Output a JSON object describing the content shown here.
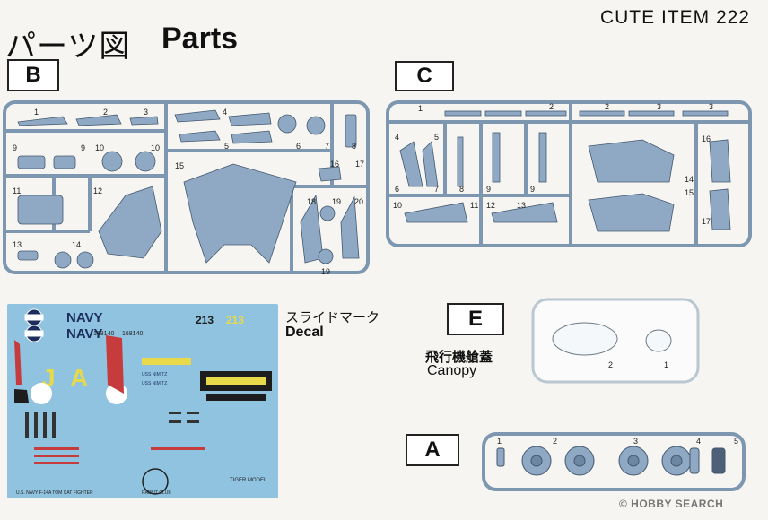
{
  "header": {
    "title_jp": "パーツ図",
    "title_en": "Parts",
    "item_number": "CUTE ITEM  222"
  },
  "sprues": {
    "B": {
      "letter": "B",
      "part_numbers": [
        "1",
        "2",
        "3",
        "4",
        "5",
        "6",
        "7",
        "8",
        "9",
        "9",
        "10",
        "10",
        "11",
        "12",
        "13",
        "14",
        "15",
        "16",
        "17",
        "18",
        "19",
        "19",
        "20"
      ]
    },
    "C": {
      "letter": "C",
      "part_numbers": [
        "1",
        "2",
        "2",
        "3",
        "3",
        "4",
        "5",
        "6",
        "7",
        "8",
        "9",
        "9",
        "10",
        "11",
        "12",
        "13",
        "14",
        "15",
        "16",
        "17"
      ]
    },
    "E": {
      "letter": "E",
      "part_numbers": [
        "2",
        "1"
      ],
      "label_jp": "飛行機艙蓋",
      "label_en": "Canopy"
    },
    "A": {
      "letter": "A",
      "part_numbers": [
        "1",
        "2",
        "3",
        "4",
        "5"
      ]
    }
  },
  "decal": {
    "label_jp": "スライドマーク",
    "label_en": "Decal",
    "navy_1": "NAVY",
    "navy_2": "NAVY",
    "tail_1": "J",
    "tail_2": "A",
    "num_213_a": "213",
    "num_213_b": "213",
    "bureau_1": "168140",
    "bureau_2": "168140",
    "uss_1": "USS NIMITZ",
    "uss_2": "USS NIMITZ",
    "rabbit_club": "RABBIT CLUB",
    "tiger_model": "TIGER MODEL",
    "caption": "U.S. NAVY F-14A TOM CAT FIGHTER"
  },
  "watermark": {
    "text": "© HOBBY SEARCH"
  }
}
